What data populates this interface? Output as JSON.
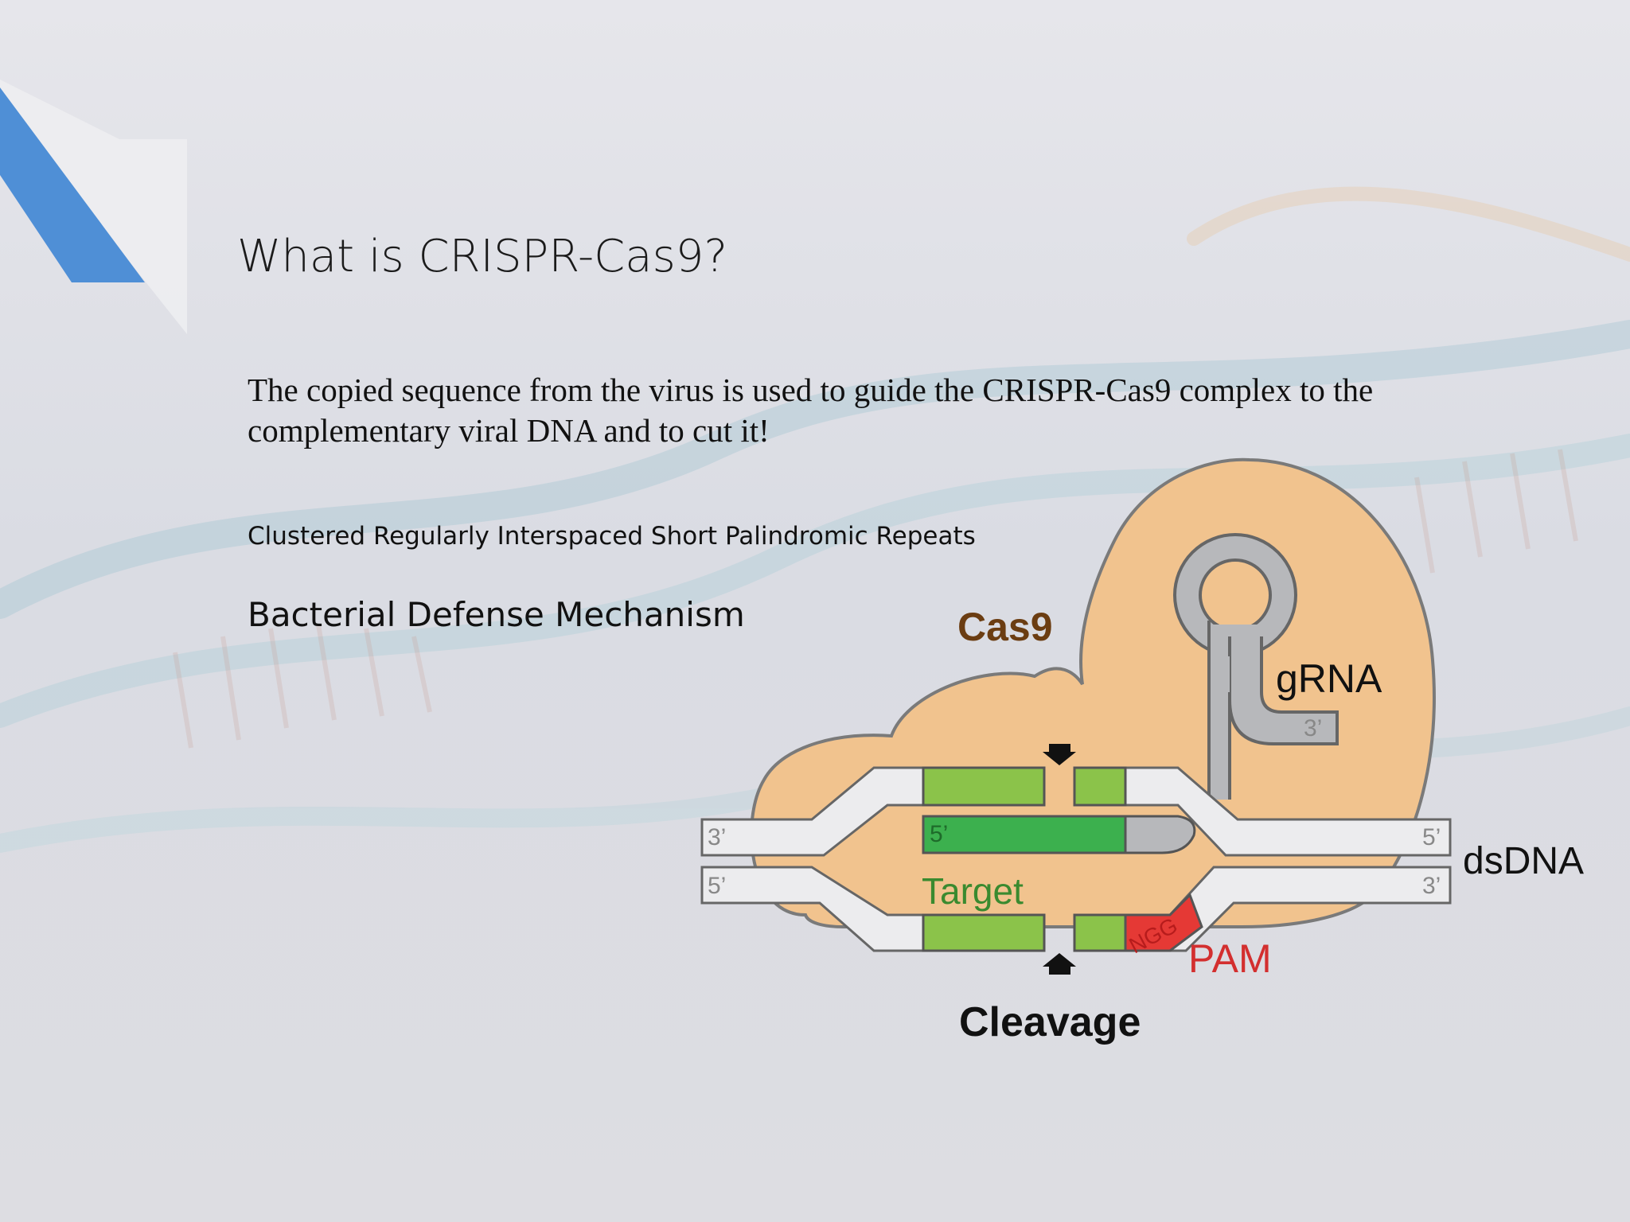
{
  "slide": {
    "title": "What is CRISPR-Cas9?",
    "body": "The copied sequence from the virus is used to guide the CRISPR-Cas9 complex to the complementary viral DNA and to cut it!",
    "acronym": "Clustered Regularly Interspaced Short Palindromic Repeats",
    "mechanism": "Bacterial Defense Mechanism"
  },
  "diagram": {
    "protein_label": "Cas9",
    "grna_label": "gRNA",
    "dsdna_label": "dsDNA",
    "target_label": "Target",
    "pam_label": "PAM",
    "pam_sequence": "NGG",
    "cleavage_label": "Cleavage",
    "end_3prime": "3’",
    "end_5prime": "5’"
  },
  "colors": {
    "accent_blue": "#4f8fd6",
    "cas9_fill": "#f1c38e",
    "cas9_label": "#6b3d12",
    "grna_gray": "#b7b8bb",
    "target_green": "#8bc34a",
    "guide_green": "#3cb04e",
    "pam_red": "#e53935"
  }
}
